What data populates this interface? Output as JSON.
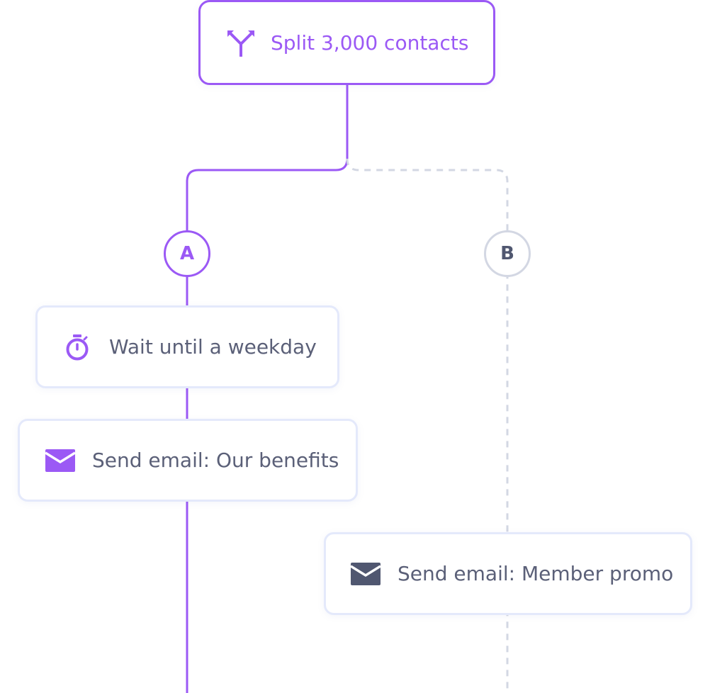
{
  "split_node": {
    "label": "Split 3,000 contacts",
    "icon": "split-arrows-icon"
  },
  "branches": [
    {
      "badge": "A",
      "color": "#9b59f5"
    },
    {
      "badge": "B",
      "color": "#d3d7e3"
    }
  ],
  "branch_a": {
    "wait_step": {
      "label": "Wait until a weekday",
      "icon": "stopwatch-icon"
    },
    "email_step": {
      "label": "Send email: Our benefits",
      "icon": "envelope-icon"
    }
  },
  "branch_b": {
    "email_step": {
      "label": "Send email: Member promo",
      "icon": "envelope-icon"
    }
  },
  "colors": {
    "accent": "#9b59f5",
    "text": "#5b6078",
    "muted_line": "#d3d7e3",
    "card_border": "#e4e9fb",
    "dark_icon": "#505770"
  }
}
